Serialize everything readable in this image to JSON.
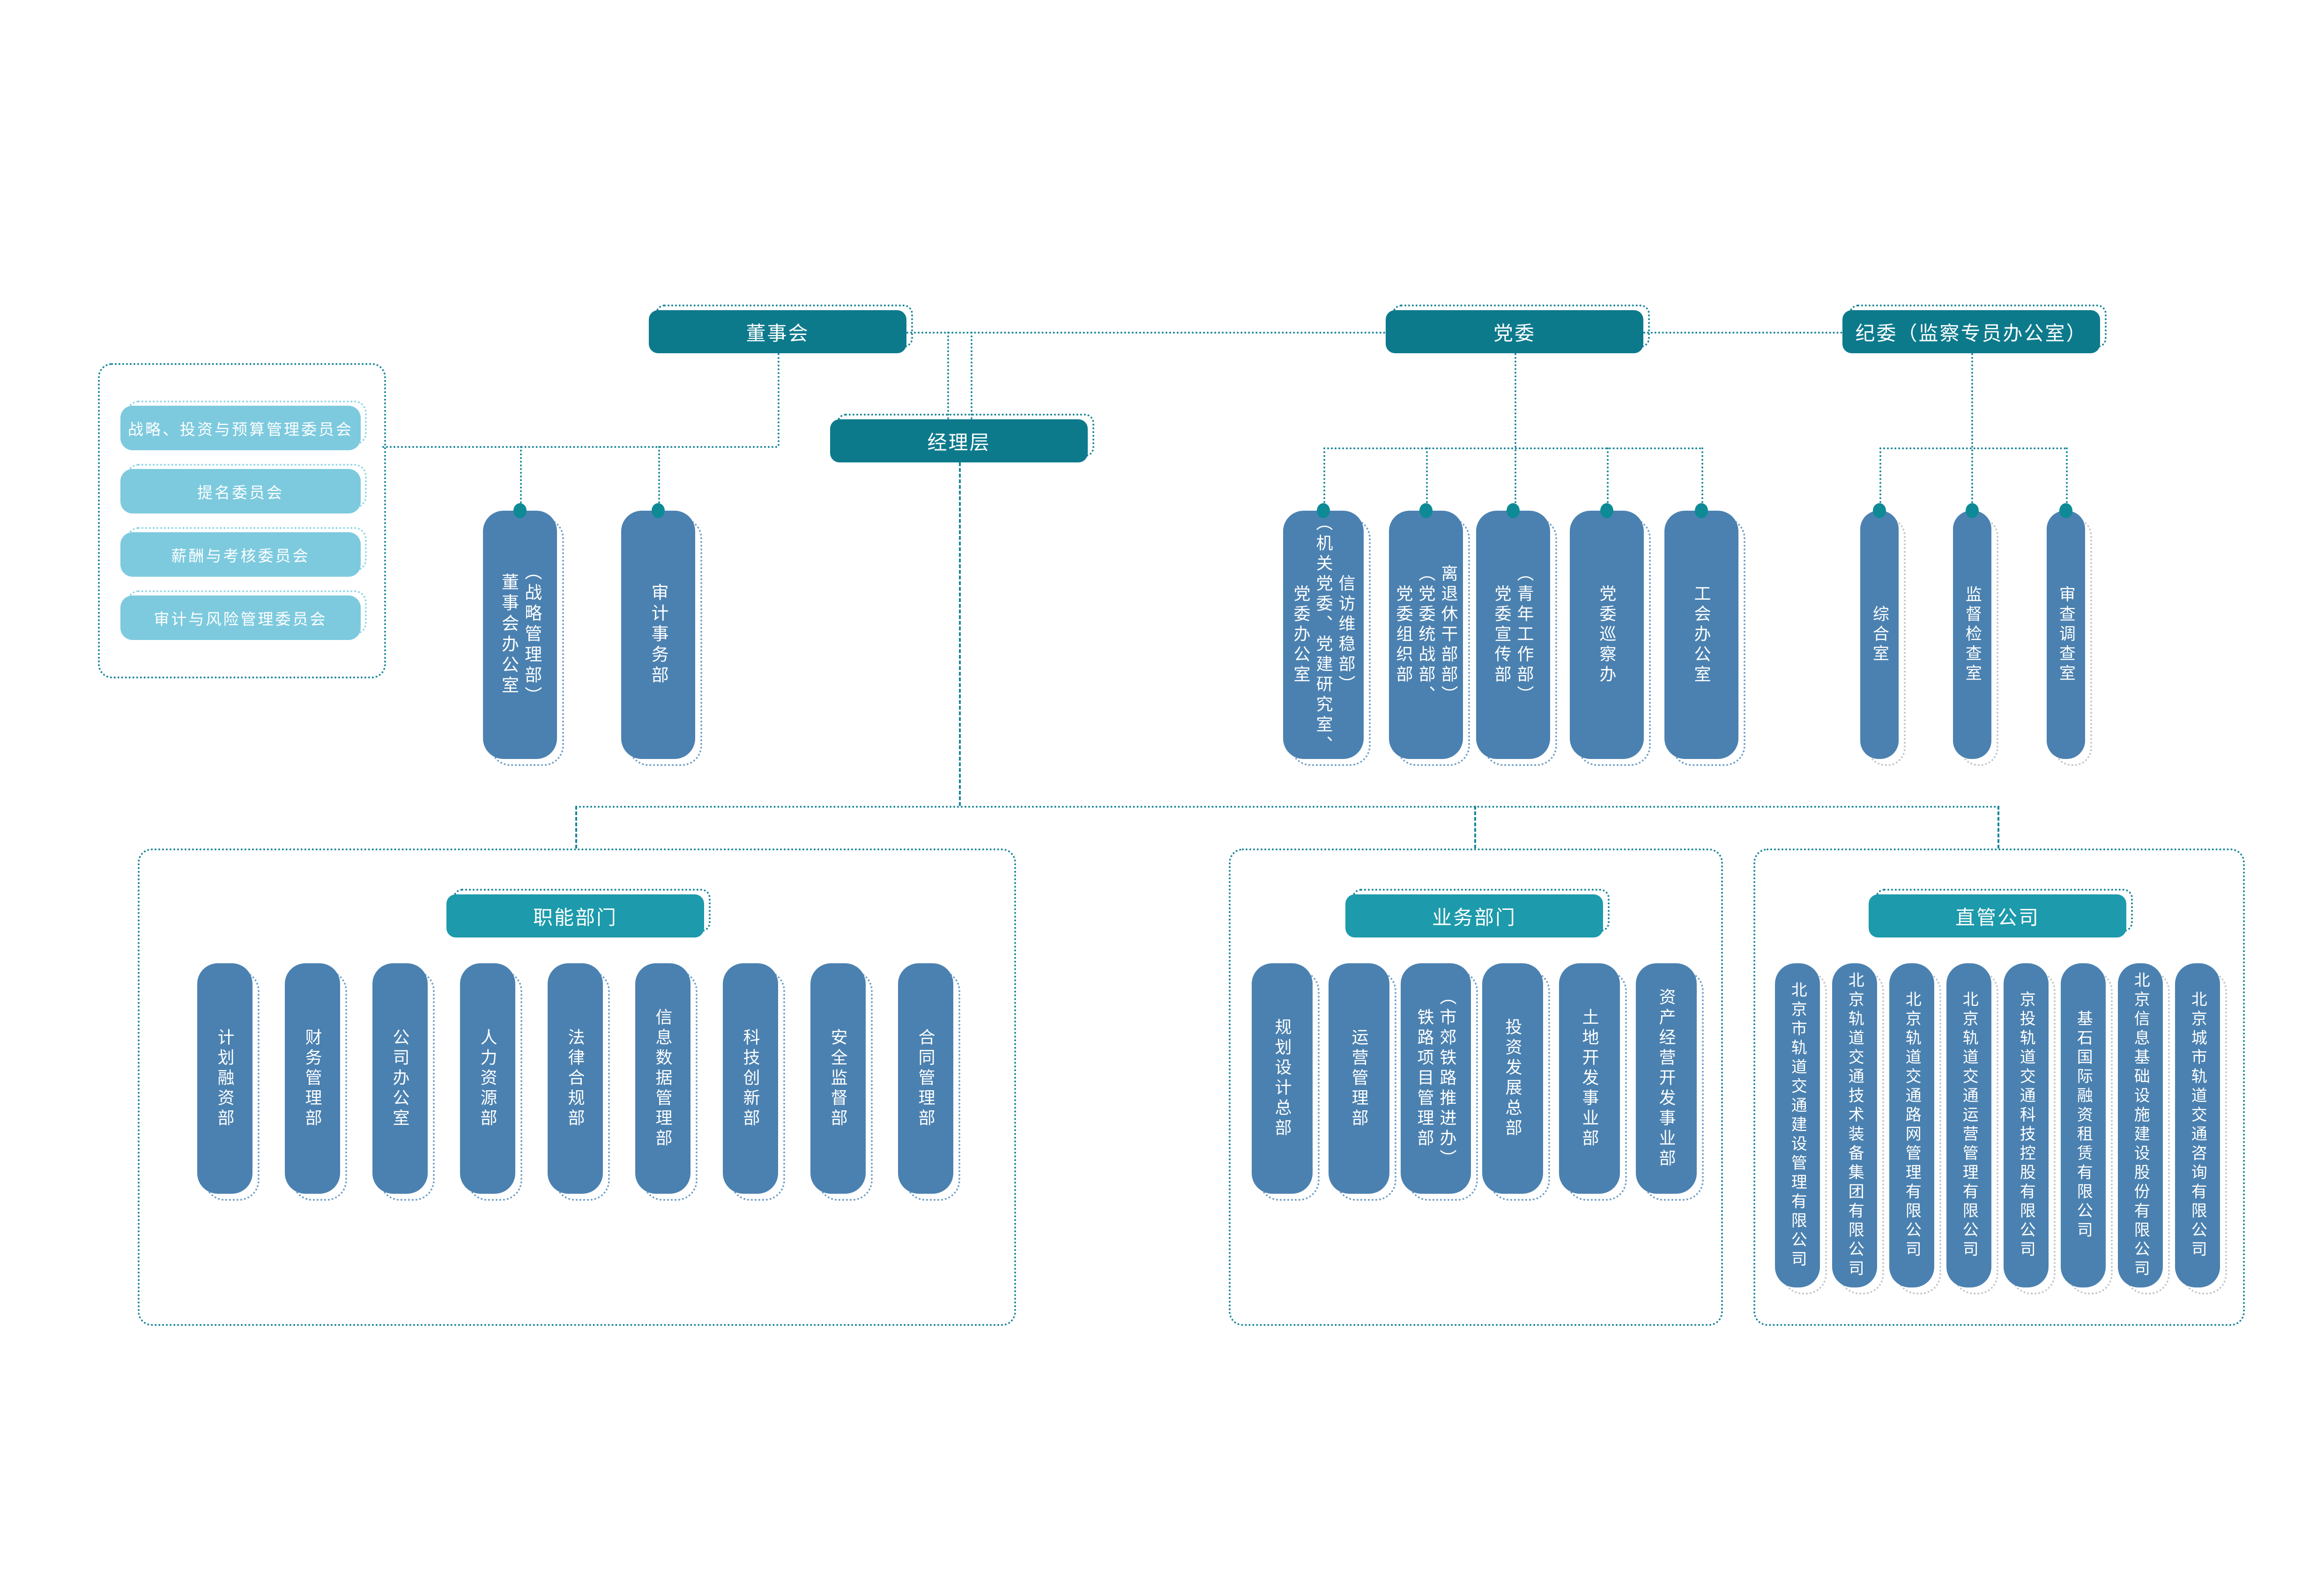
{
  "nodes": {
    "board": {
      "label": "董事会"
    },
    "party": {
      "label": "党委"
    },
    "discipline": {
      "label": "纪委（监察专员办公室）"
    },
    "management": {
      "label": "经理层"
    }
  },
  "board_committees": [
    {
      "label": "战略、投资与预算管理委员会"
    },
    {
      "label": "提名委员会"
    },
    {
      "label": "薪酬与考核委员会"
    },
    {
      "label": "审计与风险管理委员会"
    }
  ],
  "board_departments": [
    {
      "parts": [
        "董事会办公室",
        "（战略管理部）"
      ]
    },
    {
      "parts": [
        "审计事务部"
      ]
    }
  ],
  "party_departments": [
    {
      "parts": [
        "党委办公室",
        "（机关党委、党建研究室、",
        "信访维稳部）"
      ]
    },
    {
      "parts": [
        "党委组织部",
        "（党委统战部、",
        "离退休干部部）"
      ]
    },
    {
      "parts": [
        "党委宣传部",
        "（青年工作部）"
      ]
    },
    {
      "parts": [
        "党委巡察办"
      ]
    },
    {
      "parts": [
        "工会办公室"
      ]
    }
  ],
  "discipline_departments": [
    {
      "parts": [
        "综合室"
      ]
    },
    {
      "parts": [
        "监督检查室"
      ]
    },
    {
      "parts": [
        "审查调查室"
      ]
    }
  ],
  "sections": [
    {
      "title": "职能部门",
      "items": [
        {
          "parts": [
            "计划融资部"
          ]
        },
        {
          "parts": [
            "财务管理部"
          ]
        },
        {
          "parts": [
            "公司办公室"
          ]
        },
        {
          "parts": [
            "人力资源部"
          ]
        },
        {
          "parts": [
            "法律合规部"
          ]
        },
        {
          "parts": [
            "信息数据管理部"
          ]
        },
        {
          "parts": [
            "科技创新部"
          ]
        },
        {
          "parts": [
            "安全监督部"
          ]
        },
        {
          "parts": [
            "合同管理部"
          ]
        }
      ]
    },
    {
      "title": "业务部门",
      "items": [
        {
          "parts": [
            "规划设计总部"
          ]
        },
        {
          "parts": [
            "运营管理部"
          ]
        },
        {
          "parts": [
            "铁路项目管理部",
            "（市郊铁路推进办）"
          ]
        },
        {
          "parts": [
            "投资发展总部"
          ]
        },
        {
          "parts": [
            "土地开发事业部"
          ]
        },
        {
          "parts": [
            "资产经营开发事业部"
          ]
        }
      ]
    },
    {
      "title": "直管公司",
      "items": [
        {
          "parts": [
            "北京市轨道交通建设管理有限公司"
          ]
        },
        {
          "parts": [
            "北京轨道交通技术装备集团有限公司"
          ]
        },
        {
          "parts": [
            "北京轨道交通路网管理有限公司"
          ]
        },
        {
          "parts": [
            "北京轨道交通运营管理有限公司"
          ]
        },
        {
          "parts": [
            "京投轨道交通科技控股有限公司"
          ]
        },
        {
          "parts": [
            "基石国际融资租赁有限公司"
          ]
        },
        {
          "parts": [
            "北京信息基础设施建设股份有限公司"
          ]
        },
        {
          "parts": [
            "北京城市轨道交通咨询有限公司"
          ]
        }
      ]
    }
  ],
  "colors": {
    "header_teal": "#0d7a8c",
    "section_teal": "#1d9aab",
    "light_blue": "#7dcade",
    "lightblue_border": "#8fd6e6",
    "column_blue": "#4b81b0",
    "column_blue_border": "#6f9fc7",
    "line_teal": "#178698",
    "dot_teal": "#0d8a96",
    "gray_border": "#c0c6ca"
  }
}
